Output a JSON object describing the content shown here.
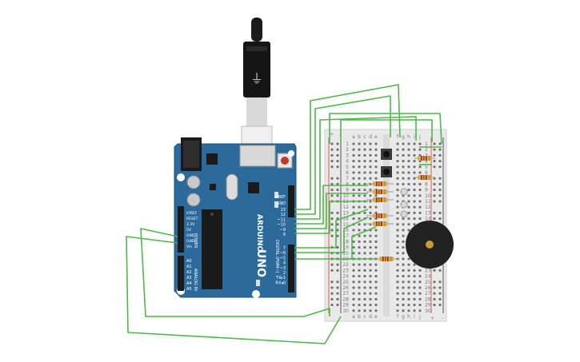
{
  "board": {
    "brand": "ARDUINO",
    "model": "UNO",
    "aref": "AREF",
    "gnd": "GND",
    "digital_pins": [
      "13",
      "12",
      "~11",
      "~10",
      "~9",
      "8",
      "7",
      "~6",
      "~5",
      "4",
      "~3",
      "2",
      "TX▸1",
      "RX◂0"
    ],
    "digital_caption": "DIGITAL (PWM~)",
    "power_pins": [
      "IOREF",
      "RESET",
      "3.3V",
      "5V",
      "GND",
      "GND",
      "Vin"
    ],
    "power_caption": "POWER",
    "analog_pins": [
      "A0",
      "A1",
      "A2",
      "A3",
      "A4",
      "A5"
    ],
    "analog_caption": "ANALOG IN"
  },
  "breadboard": {
    "columns_left": [
      "a",
      "b",
      "c",
      "d",
      "e"
    ],
    "columns_right": [
      "f",
      "g",
      "h",
      "i",
      "j"
    ],
    "row_numbers": [
      "1",
      "2",
      "3",
      "4",
      "5",
      "6",
      "7",
      "8",
      "9",
      "10",
      "11",
      "12",
      "13",
      "14",
      "15",
      "16",
      "17",
      "18",
      "19",
      "20",
      "21",
      "22",
      "23",
      "24",
      "25",
      "26",
      "27",
      "28",
      "29",
      "30"
    ],
    "rail_plus": "+",
    "rail_minus": "-"
  },
  "colors": {
    "board": "#2b6a9a",
    "wire": "#4db848",
    "breadboard": "#e9e9e9",
    "resistor": "#d9a94a",
    "buzzer": "#222222"
  }
}
